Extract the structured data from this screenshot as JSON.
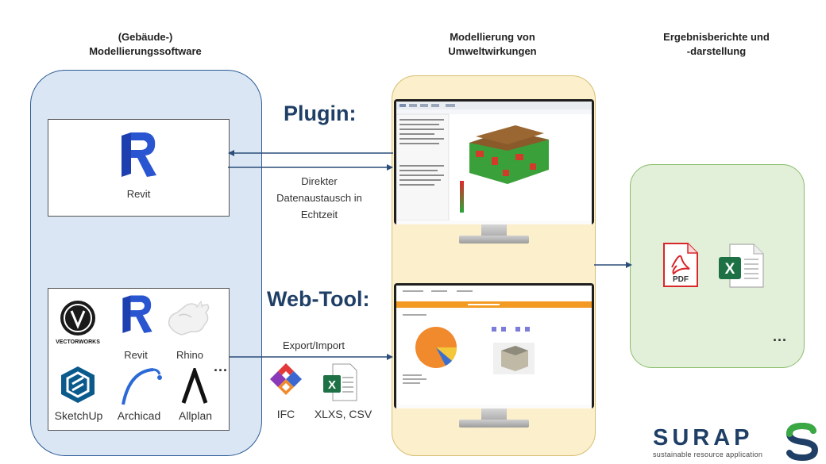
{
  "columns": {
    "software_title": "(Gebäude-)\nModellierungssoftware",
    "modeling_title": "Modellierung von\nUmweltwirkungen",
    "results_title": "Ergebnisberichte und\n-darstellung"
  },
  "plugin": {
    "heading": "Plugin:",
    "revit_label": "Revit",
    "exchange_text": "Direkter\nDatenaustausch in\nEchtzeit"
  },
  "webtool": {
    "heading": "Web-Tool:",
    "export_label": "Export/Import",
    "ifc_label": "IFC",
    "xlsx_label": "XLXS, CSV"
  },
  "software": {
    "vectorworks_text": "VECTORWORKS",
    "revit": "Revit",
    "rhino": "Rhino",
    "sketchup": "SketchUp",
    "archicad": "Archicad",
    "allplan": "Allplan",
    "more": "..."
  },
  "results": {
    "pdf_text": "PDF",
    "excel_letter": "X",
    "more": "..."
  },
  "brand": {
    "name": "SURAP",
    "tagline": "sustainable resource application"
  },
  "colors": {
    "panel_blue": "#dbe6f4",
    "panel_yellow": "#fbefcc",
    "panel_green": "#e2efd9",
    "heading_blue": "#1f3f66",
    "revit_blue": "#2a55d0",
    "excel_green": "#1e7145",
    "pdf_red": "#d9262b"
  }
}
